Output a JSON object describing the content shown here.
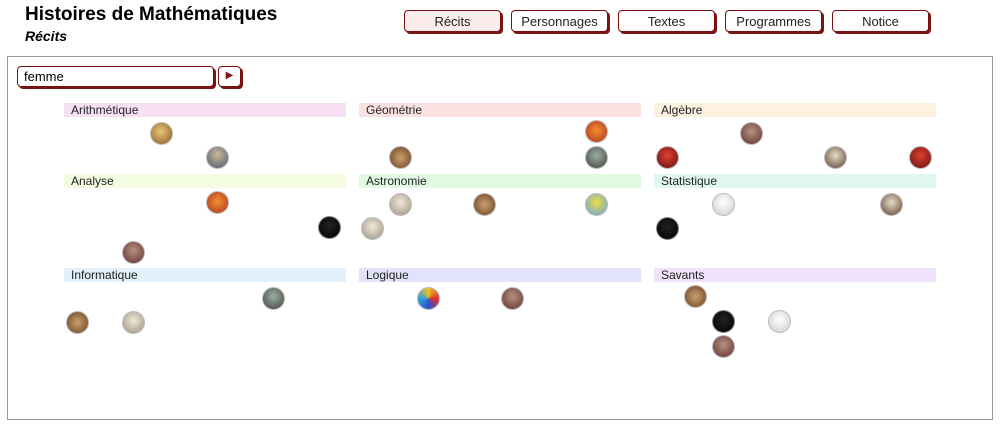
{
  "header": {
    "title": "Histoires de Mathématiques",
    "subtitle": "Récits"
  },
  "nav": [
    {
      "label": "Récits",
      "active": true
    },
    {
      "label": "Personnages"
    },
    {
      "label": "Textes"
    },
    {
      "label": "Programmes"
    },
    {
      "label": "Notice"
    }
  ],
  "search": {
    "value": "femme",
    "go_icon": "play-icon",
    "go_glyph": "▶"
  },
  "categories": [
    {
      "label": "Arithmétique",
      "color": "#f8e0f4"
    },
    {
      "label": "Géométrie",
      "color": "#fbe2e2"
    },
    {
      "label": "Algèbre",
      "color": "#fdf1e0"
    },
    {
      "label": "Analyse",
      "color": "#f3fbe0"
    },
    {
      "label": "Astronomie",
      "color": "#e2f9e2"
    },
    {
      "label": "Statistique",
      "color": "#e0f8ef"
    },
    {
      "label": "Informatique",
      "color": "#e2f1fb"
    },
    {
      "label": "Logique",
      "color": "#e2e2fb"
    },
    {
      "label": "Savants",
      "color": "#f0e2fb"
    }
  ]
}
